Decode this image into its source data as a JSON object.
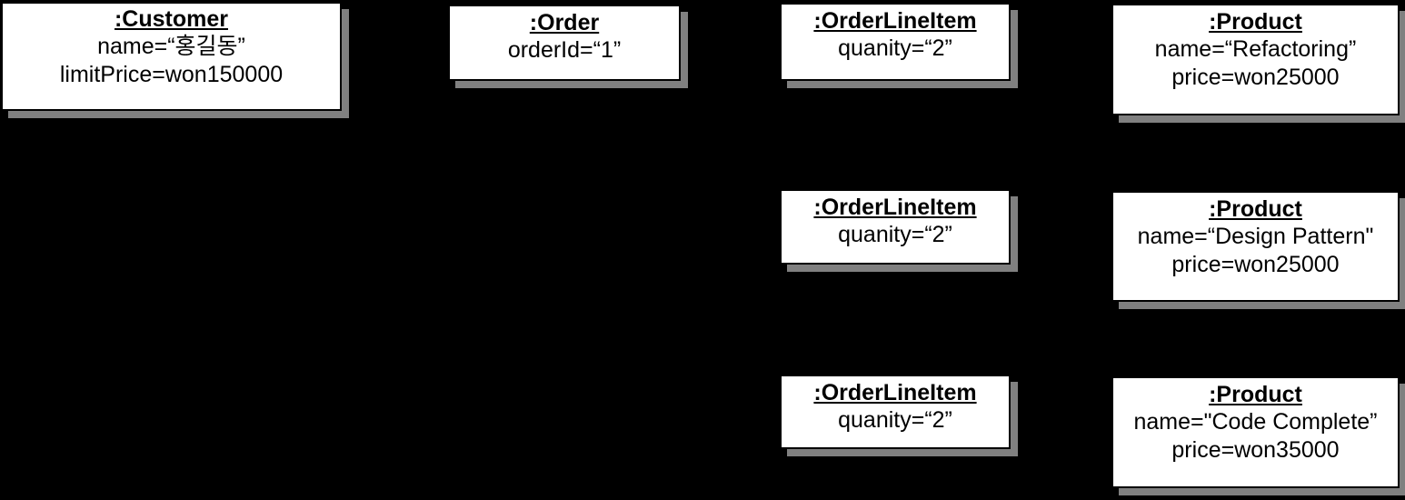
{
  "diagram": {
    "kind": "uml-object-diagram",
    "background_color": "#000000",
    "box_fill_color": "#ffffff",
    "box_border_color": "#000000",
    "shadow_color": "#808080",
    "text_color": "#000000"
  },
  "objects": {
    "customer": {
      "title": ":Customer",
      "attributes": [
        "name=“홍길동”",
        "limitPrice=won150000"
      ]
    },
    "order": {
      "title": ":Order",
      "attributes": [
        "orderId=“1”"
      ]
    },
    "line_items": [
      {
        "title": ":OrderLineItem",
        "attributes": [
          "quanity=“2”"
        ]
      },
      {
        "title": ":OrderLineItem",
        "attributes": [
          "quanity=“2”"
        ]
      },
      {
        "title": ":OrderLineItem",
        "attributes": [
          "quanity=“2”"
        ]
      }
    ],
    "products": [
      {
        "title": ":Product",
        "attributes": [
          "name=“Refactoring”",
          "price=won25000"
        ]
      },
      {
        "title": ":Product",
        "attributes": [
          "name=“Design Patternʺ",
          "price=won25000"
        ]
      },
      {
        "title": ":Product",
        "attributes": [
          "name=ʺCode Complete”",
          "price=won35000"
        ]
      }
    ]
  }
}
